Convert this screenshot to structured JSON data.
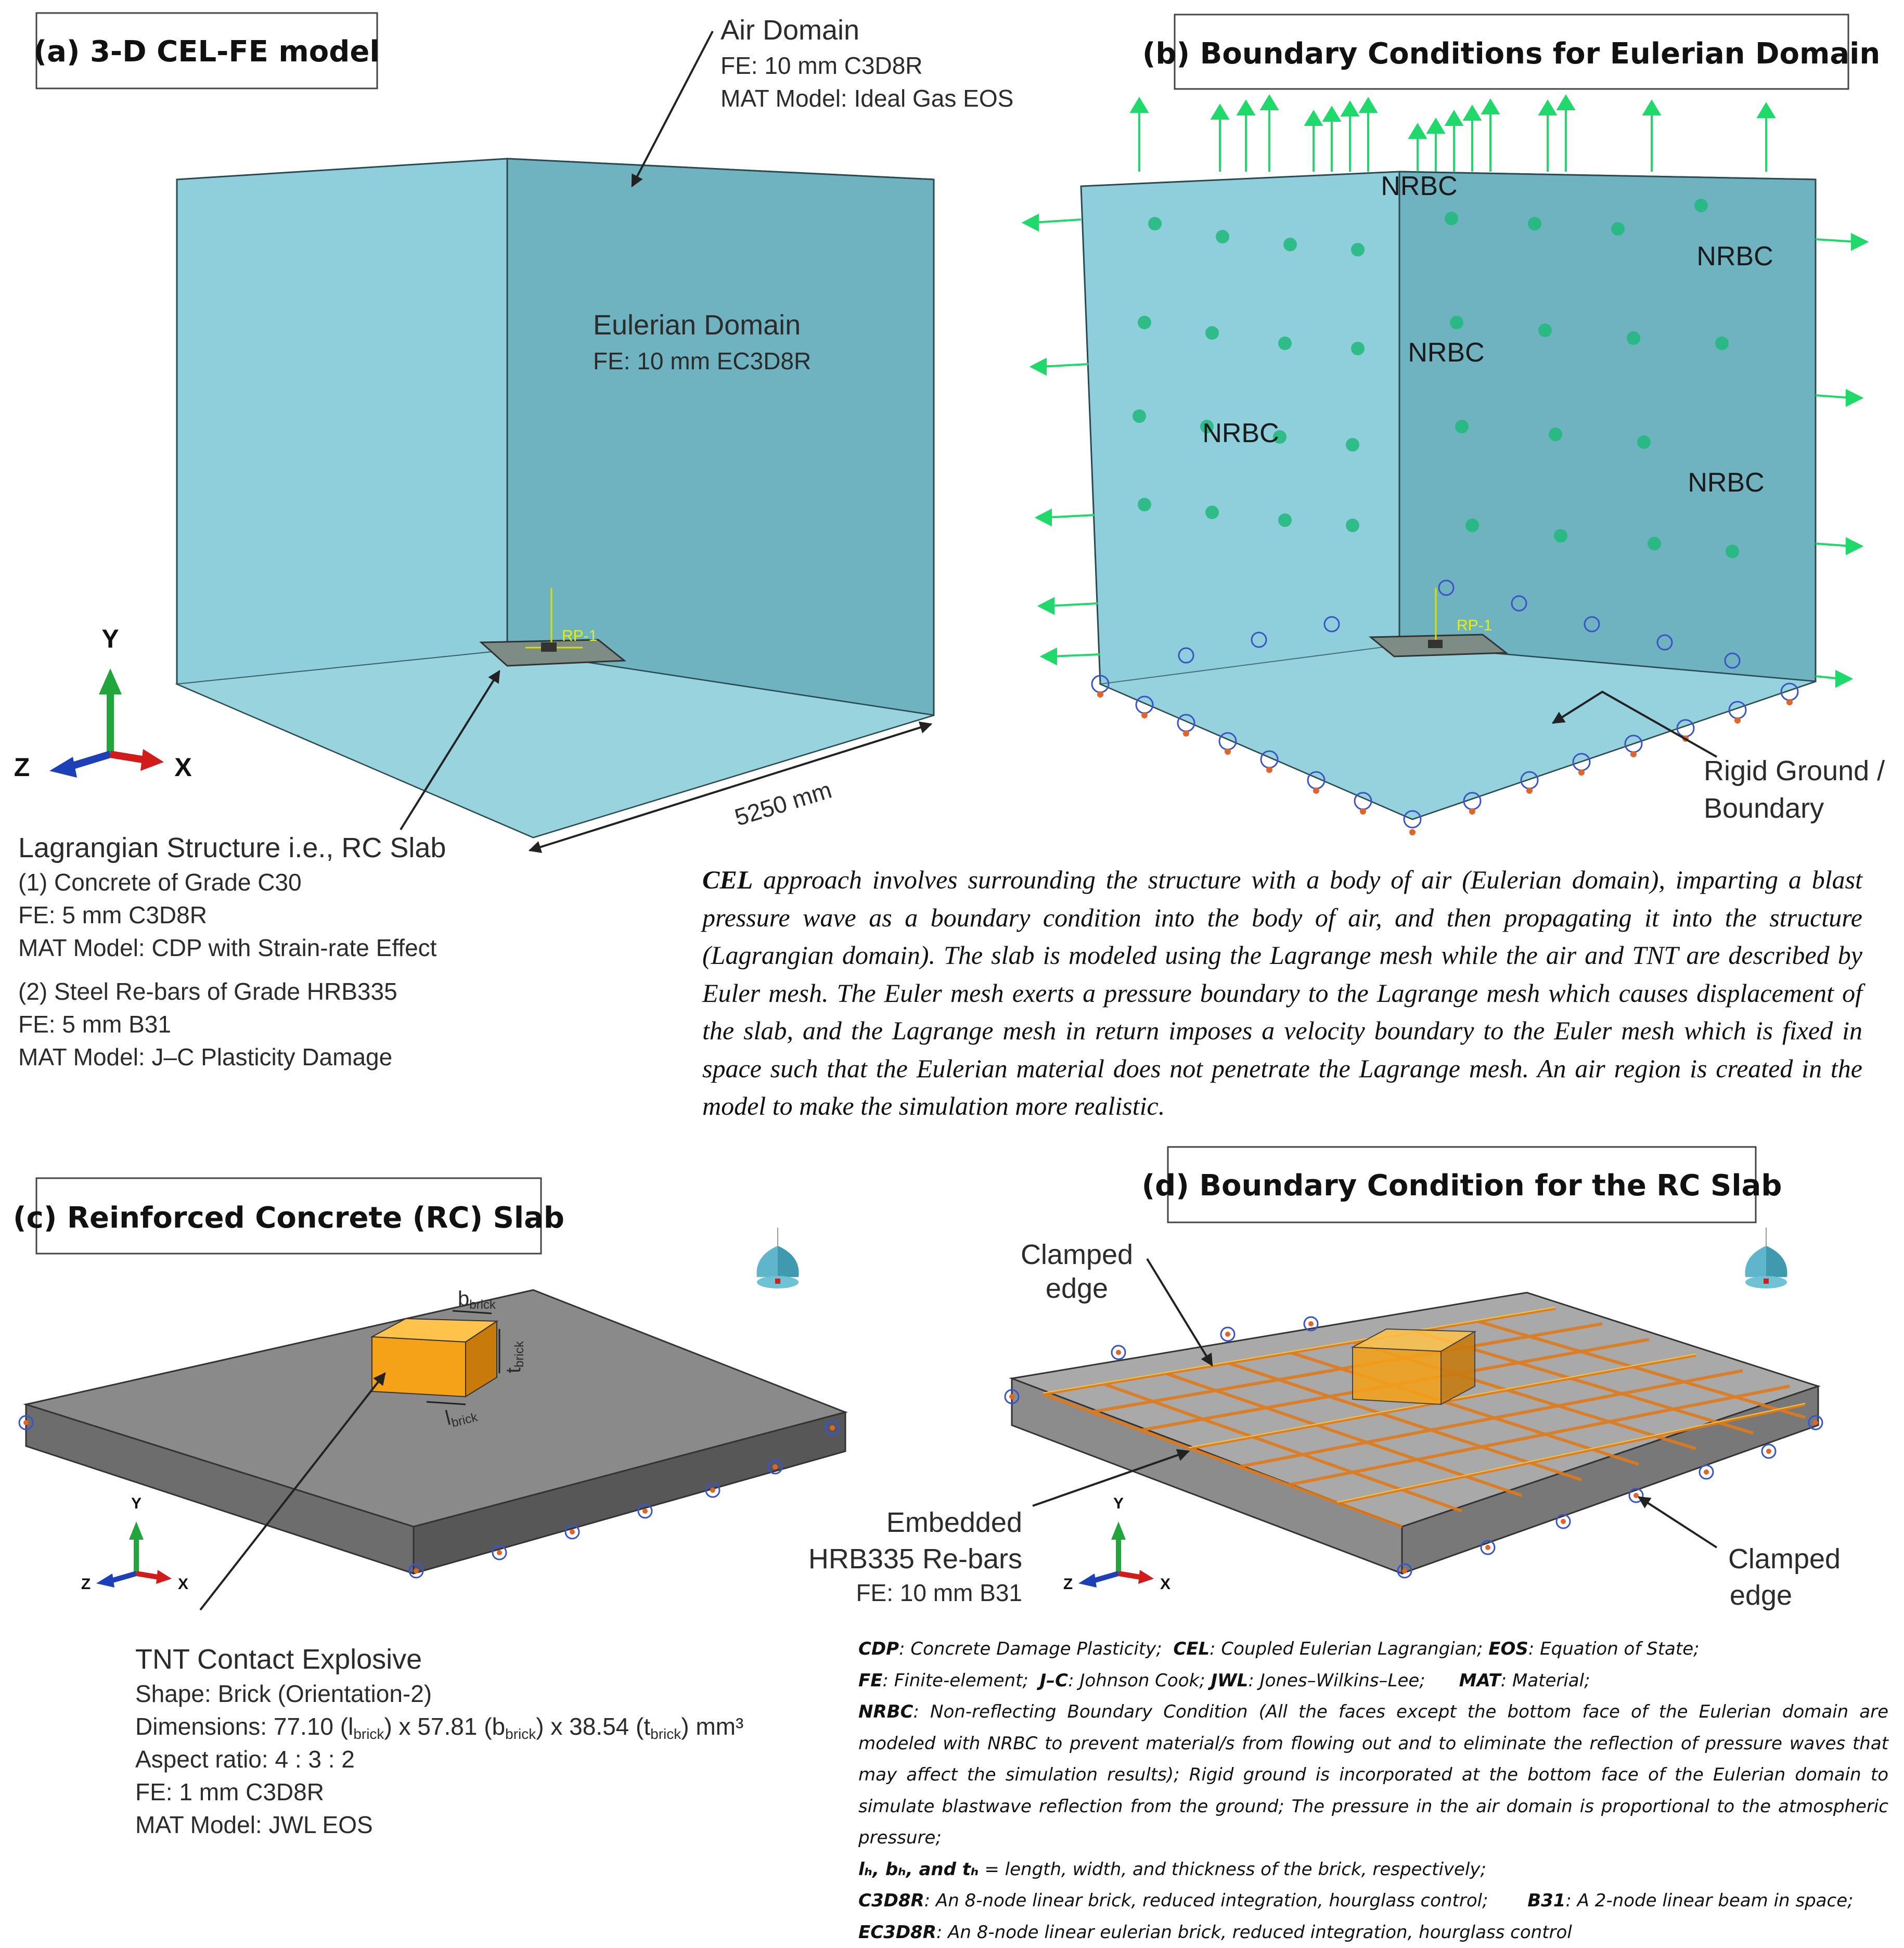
{
  "panels": {
    "a": {
      "title": "(a) 3-D CEL-FE model",
      "air_domain": [
        "Air Domain",
        "FE: 10 mm C3D8R",
        "MAT Model: Ideal Gas EOS"
      ],
      "eulerian_domain": [
        "Eulerian Domain",
        "FE: 10 mm EC3D8R"
      ],
      "rp_label": "RP-1",
      "dimension": "5250 mm",
      "axes": {
        "y": "Y",
        "z": "Z",
        "x": "X"
      },
      "lagrangian": {
        "heading": "Lagrangian Structure i.e., RC Slab",
        "concrete": [
          "(1) Concrete of Grade C30",
          "FE: 5 mm C3D8R",
          "MAT Model: CDP with Strain-rate Effect"
        ],
        "steel": [
          "(2) Steel Re-bars of Grade HRB335",
          "FE: 5 mm B31",
          "MAT Model: J–C Plasticity Damage"
        ]
      }
    },
    "b": {
      "title": "(b) Boundary Conditions for Eulerian Domain",
      "nrbc": "NRBC",
      "rp_label": "RP-1",
      "ground": [
        "Rigid Ground /",
        "Boundary"
      ]
    },
    "c": {
      "title": "(c) Reinforced Concrete (RC) Slab",
      "dims": {
        "b": "b",
        "t": "t",
        "l": "l",
        "sub": "brick"
      },
      "axes": {
        "y": "Y",
        "z": "Z",
        "x": "X"
      },
      "tnt": {
        "heading": "TNT Contact Explosive",
        "shape": "Shape: Brick (Orientation-2)",
        "dim_prefix": "Dimensions: 77.10 (l",
        "dim_mid1": ") x 57.81 (b",
        "dim_mid2": ") x 38.54 (t",
        "dim_suffix": ") mm³",
        "sub": "brick",
        "aspect": "Aspect ratio: 4 : 3 : 2",
        "fe": "FE: 1 mm C3D8R",
        "mat": "MAT Model: JWL EOS"
      }
    },
    "d": {
      "title": "(d) Boundary Condition for the RC Slab",
      "clamped_top": [
        "Clamped",
        "edge"
      ],
      "clamped_right": [
        "Clamped",
        "edge"
      ],
      "rebars": [
        "Embedded",
        "HRB335 Re-bars",
        "FE: 10 mm B31"
      ],
      "axes": {
        "y": "Y",
        "z": "Z",
        "x": "X"
      }
    }
  },
  "paragraph": {
    "lead": "CEL",
    "body": " approach involves surrounding the structure with a body of air (Eulerian domain), imparting a blast pressure wave as a boundary condition into the body of air, and then propagating it into the structure (Lagrangian domain). The slab is modeled using the Lagrange mesh while the air and TNT are described by Euler mesh. The Euler mesh exerts a pressure boundary to the Lagrange mesh which causes displacement of the slab, and the Lagrange mesh in return imposes a velocity boundary to the Euler mesh which is fixed in space such that the Eulerian material does not penetrate the Lagrange mesh. An air region is created in the model to make the simulation more realistic."
  },
  "legend": {
    "l1_cdp_k": "CDP",
    "l1_cdp_v": ": Concrete Damage Plasticity;",
    "l1_cel_k": "CEL",
    "l1_cel_v": ": Coupled Eulerian Lagrangian;",
    "l1_eos_k": "EOS",
    "l1_eos_v": ": Equation of State;",
    "l2_fe_k": "FE",
    "l2_fe_v": ": Finite-element;",
    "l2_jc_k": "J–C",
    "l2_jc_v": ": Johnson Cook;",
    "l2_jwl_k": "JWL",
    "l2_jwl_v": ": Jones–Wilkins–Lee;",
    "l2_mat_k": "MAT",
    "l2_mat_v": ": Material;",
    "l3_nrbc_k": "NRBC",
    "l3_nrbc_v": ": Non-reflecting Boundary Condition (All the faces except the bottom face of the Eulerian domain are modeled with NRBC to prevent material/s from flowing out and to eliminate the reflection of pressure waves that may affect the simulation results); Rigid ground is incorporated at the bottom face of the Eulerian domain to simulate blastwave reflection from the ground; The pressure in the air domain is proportional to the atmospheric pressure;",
    "l4_lbt_k": "lₕ, bₕ, and tₕ",
    "l4_v": " = length, width, and thickness of the brick, respectively;",
    "l5_c3_k": "C3D8R",
    "l5_c3_v": ": An 8-node linear brick, reduced integration, hourglass control;",
    "l5_b31_k": "B31",
    "l5_b31_v": ": A 2-node linear beam in space;",
    "l6_ec_k": "EC3D8R",
    "l6_ec_v": ": An 8-node linear eulerian brick, reduced integration, hourglass control"
  },
  "colors": {
    "domain_fill": "#84c8d6",
    "arrow_green": "#1fd96a",
    "slab_grey": "#7d7d7d",
    "tnt_orange": "#f5a218",
    "rebar_orange": "#e07a1a"
  }
}
